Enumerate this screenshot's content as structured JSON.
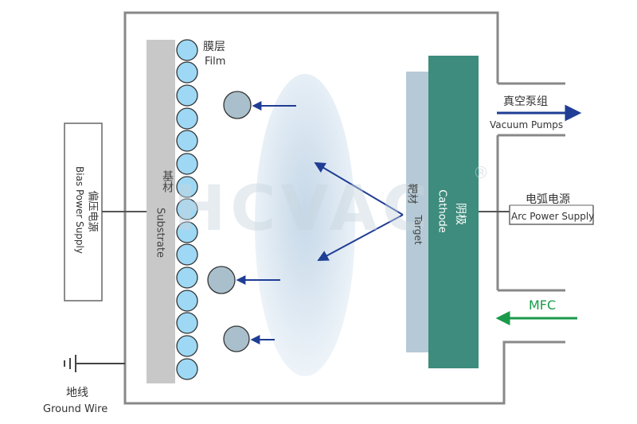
{
  "labels": {
    "film_cn": "膜层",
    "film_en": "Film",
    "substrate_cn": "基材",
    "substrate_en": "Substrate",
    "bias_cn": "偏压电源",
    "bias_en": "Bias Power Supply",
    "target_cn": "靶材",
    "target_en": "Target",
    "cathode_cn": "阴极",
    "cathode_en": "Cathode",
    "vacuum_cn": "真空泵组",
    "vacuum_en": "Vacuum Pumps",
    "arc_cn": "电弧电源",
    "arc_en": "Arc Power Supply",
    "mfc": "MFC",
    "ground_cn": "地线",
    "ground_en": "Ground Wire",
    "watermark": "HCVAC",
    "registered_mark": "®"
  },
  "colors": {
    "chamber_wall": "#888888",
    "substrate": "#c8c8c8",
    "film_particle": "#9ed8f4",
    "ion": "#a9bfcc",
    "arrow_blue": "#1f3d94",
    "target": "#b5cad6",
    "cathode": "#3d8c7d",
    "plasma": "#d3e3f0",
    "mfc_green": "#1a9a4a",
    "watermark": "#dfe7ee"
  }
}
